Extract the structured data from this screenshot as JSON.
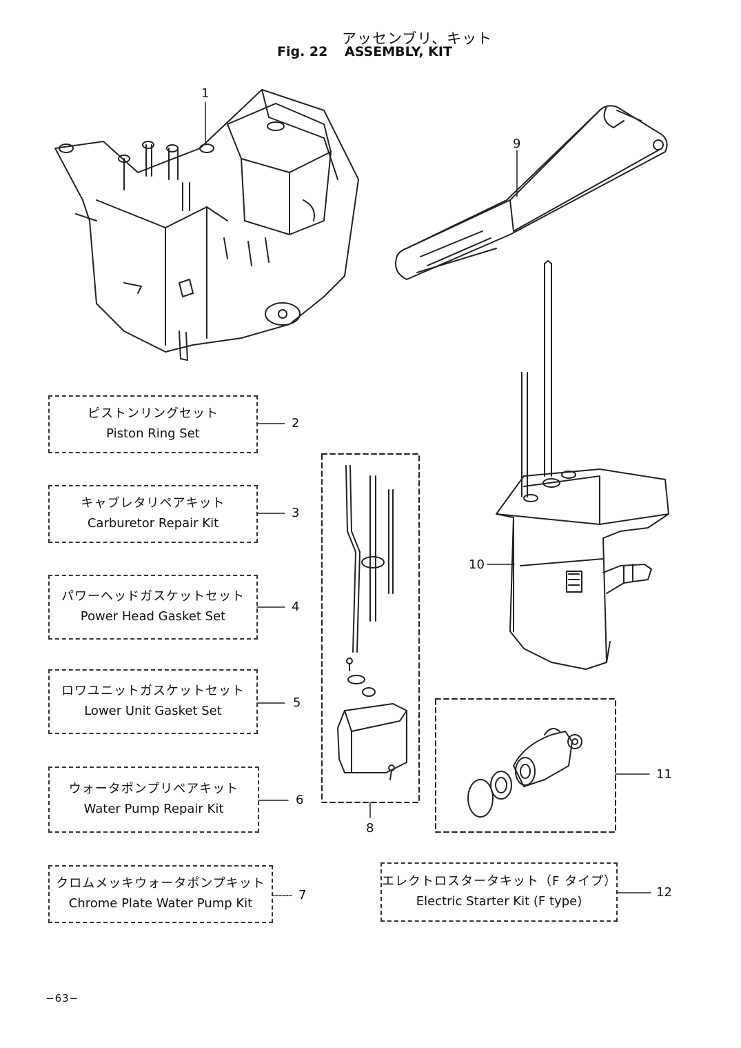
{
  "title": {
    "japanese": "アッセンブリ、キット",
    "figure": "Fig. 22",
    "english": "ASSEMBLY, KIT"
  },
  "callouts": {
    "n1": "1",
    "n2": "2",
    "n3": "3",
    "n4": "4",
    "n5": "5",
    "n6": "6",
    "n7": "7",
    "n8": "8",
    "n9": "9",
    "n10": "10",
    "n11": "11",
    "n12": "12"
  },
  "kits": [
    {
      "number": "2",
      "japanese": "ピストンリングセット",
      "english": "Piston Ring Set"
    },
    {
      "number": "3",
      "japanese": "キャブレタリペアキット",
      "english": "Carburetor Repair Kit"
    },
    {
      "number": "4",
      "japanese": "パワーヘッドガスケットセット",
      "english": "Power Head Gasket Set"
    },
    {
      "number": "5",
      "japanese": "ロワユニットガスケットセット",
      "english": "Lower Unit Gasket Set"
    },
    {
      "number": "6",
      "japanese": "ウォータポンプリペアキット",
      "english": "Water Pump Repair Kit"
    },
    {
      "number": "7",
      "japanese": "クロムメッキウォータポンプキット",
      "english": "Chrome Plate Water  Pump Kit"
    },
    {
      "number": "12",
      "japanese": "エレクトロスタータキット（F タイプ）",
      "english": "Electric Starter Kit (F type)"
    }
  ],
  "page_number": "−63−"
}
